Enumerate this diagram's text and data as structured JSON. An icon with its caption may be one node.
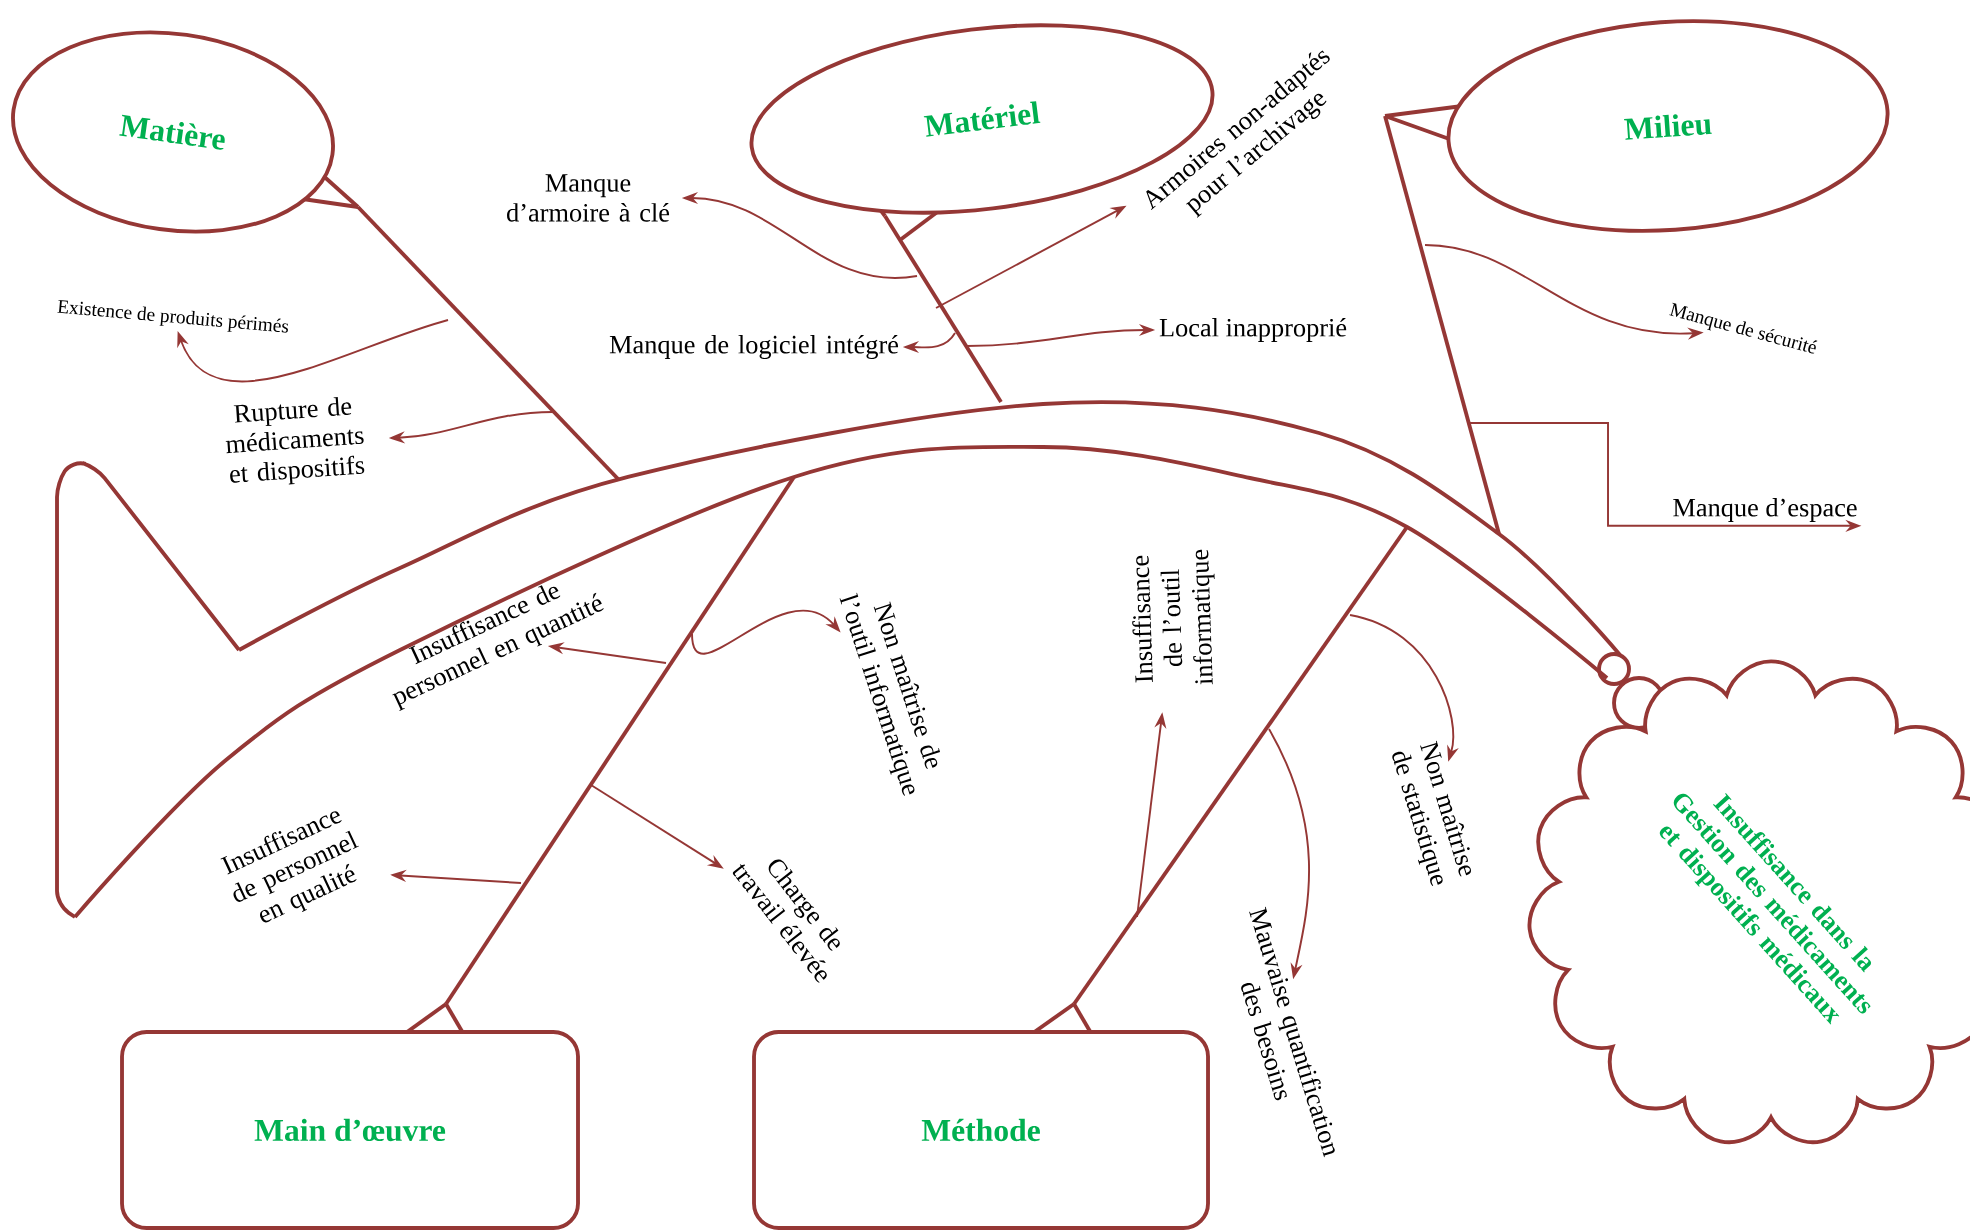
{
  "diagram": {
    "nodes": [
      {
        "text": [
          "Matière"
        ]
      },
      {
        "text": [
          "Matériel"
        ]
      },
      {
        "text": [
          "Milieu"
        ]
      },
      {
        "text": [
          "Main d’œuvre"
        ]
      },
      {
        "text": [
          "Méthode"
        ]
      },
      {
        "text": [
          "Insuffisance dans la Gestion des médicaments et dispositifs médicaux"
        ]
      },
      {
        "text": [
          "Manque d’armoire à clé"
        ]
      },
      {
        "text": [
          "Armoires non-adaptés pour l’archivage"
        ]
      },
      {
        "text": [
          "Manque de logiciel intégré"
        ]
      },
      {
        "text": [
          "Local inapproprié"
        ]
      },
      {
        "text": [
          "Existence de produits périmés"
        ]
      },
      {
        "text": [
          "Rupture de médicaments et dispositifs"
        ]
      },
      {
        "text": [
          "Manque de sécurité"
        ]
      },
      {
        "text": [
          "Manque d’espace"
        ]
      },
      {
        "text": [
          "Insuffisance de personnel en quantité"
        ]
      },
      {
        "text": [
          "Non maîtrise de l’outil informatique"
        ]
      },
      {
        "text": [
          "Charge de travail élevée"
        ]
      },
      {
        "text": [
          "Insuffisance de personnel en qualité"
        ]
      },
      {
        "text": [
          "Insuffisance de l’outil informatique"
        ]
      },
      {
        "text": [
          "Non maîtrise de statistique"
        ]
      },
      {
        "text": [
          "Mauvaise quantification des besoins"
        ]
      }
    ],
    "edges": [
      {
        "from": null,
        "to": 6,
        "arrow": "to"
      },
      {
        "from": null,
        "to": 7,
        "arrow": "to"
      },
      {
        "from": null,
        "to": 8,
        "arrow": "to"
      },
      {
        "from": null,
        "to": 9,
        "arrow": "to"
      },
      {
        "from": null,
        "to": 10,
        "arrow": "to"
      },
      {
        "from": null,
        "to": 11,
        "arrow": "to"
      },
      {
        "from": null,
        "to": 12,
        "arrow": "to"
      },
      {
        "from": null,
        "to": 13,
        "arrow": "to"
      },
      {
        "from": null,
        "to": 14,
        "arrow": "to"
      },
      {
        "from": null,
        "to": 15,
        "arrow": "to"
      },
      {
        "from": null,
        "to": 16,
        "arrow": "to"
      },
      {
        "from": null,
        "to": 17,
        "arrow": "to"
      },
      {
        "from": null,
        "to": 18,
        "arrow": "to"
      },
      {
        "from": null,
        "to": 19,
        "arrow": "to"
      },
      {
        "from": null,
        "to": 20,
        "arrow": "to"
      }
    ]
  }
}
